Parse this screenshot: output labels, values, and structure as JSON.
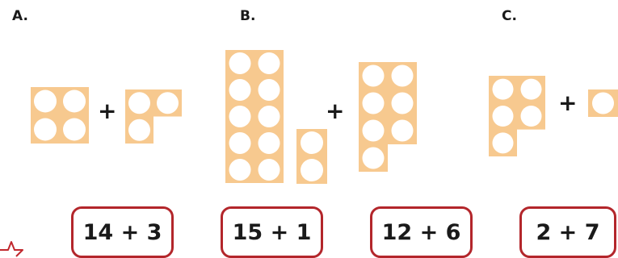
{
  "labels": {
    "a": "A.",
    "b": "B.",
    "c": "C."
  },
  "plus_sign": "+",
  "colors": {
    "frame_fill": "#f7c98f",
    "dot_fill": "#ffffff",
    "box_border": "#b3262b",
    "text": "#1a1a1a",
    "star_stroke": "#c0272d"
  },
  "groups": {
    "a_left_count": 4,
    "a_right_count": 3,
    "b_left_count": 10,
    "b_middle_count": 2,
    "b_right_count": 7,
    "c_left_count": 5,
    "c_right_count": 1
  },
  "answer_options": [
    "14 + 3",
    "15 + 1",
    "12 + 6",
    "2 + 7"
  ],
  "decoration": {
    "corner_icon": "star-outline-icon"
  }
}
